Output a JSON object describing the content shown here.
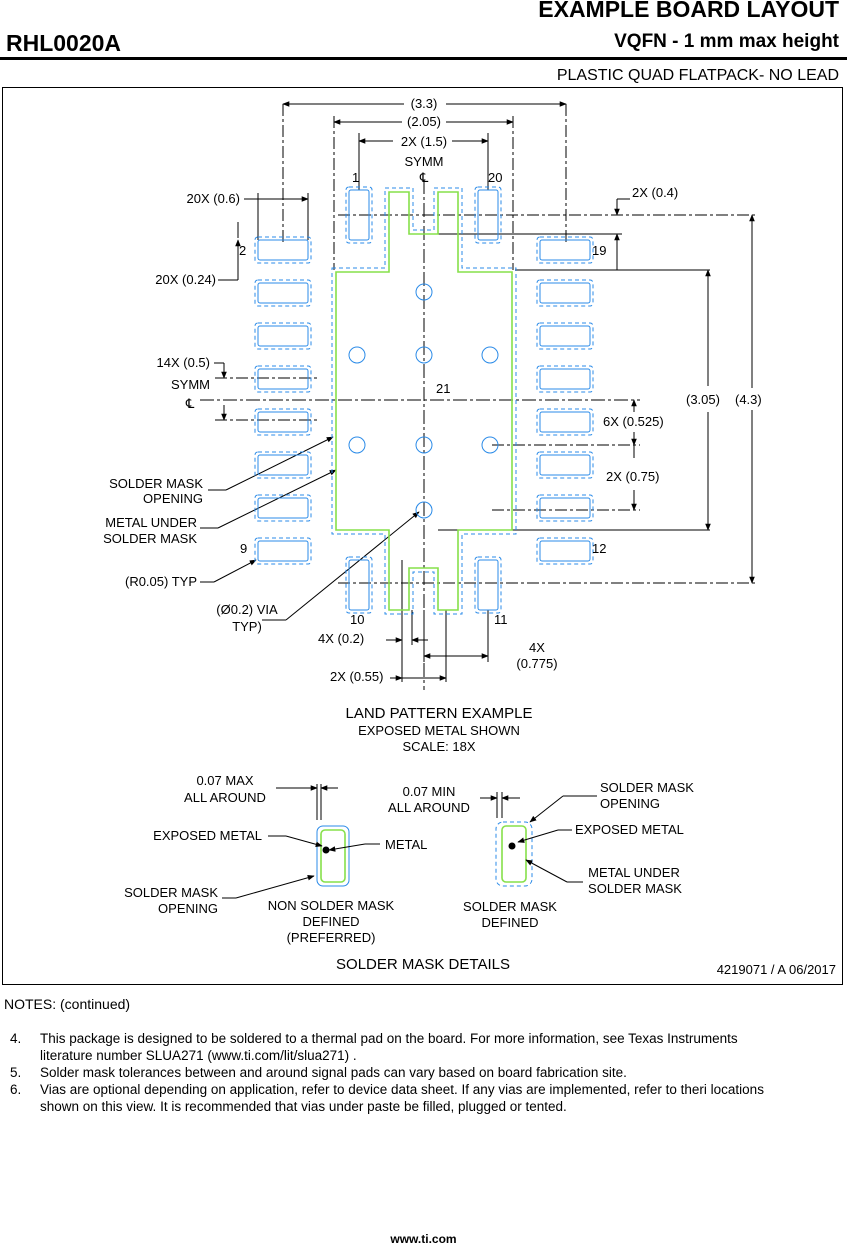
{
  "header": {
    "title": "EXAMPLE BOARD LAYOUT",
    "part_number": "RHL0020A",
    "subtitle": "VQFN - 1 mm max height",
    "package_type": "PLASTIC QUAD FLATPACK- NO LEAD"
  },
  "drawing": {
    "dims": {
      "d33": "(3.3)",
      "d205": "(2.05)",
      "d2x15": "2X (1.5)",
      "symm_top": "SYMM",
      "cl_top": "℄",
      "d20x06": "20X (0.6)",
      "d20x024": "20X (0.24)",
      "d14x05": "14X (0.5)",
      "symm_left": "SYMM",
      "cl_left": "℄",
      "d2x04": "2X (0.4)",
      "d305": "(3.05)",
      "d43": "(4.3)",
      "d6x0525": "6X (0.525)",
      "d2x075": "2X (0.75)",
      "d4x02": "4X (0.2)",
      "d2x055": "2X (0.55)",
      "d4x_a": "4X",
      "d4x_b": "(0.775)"
    },
    "pins": {
      "p1": "1",
      "p2": "2",
      "p9": "9",
      "p10": "10",
      "p11": "11",
      "p12": "12",
      "p19": "19",
      "p20": "20",
      "p21": "21"
    },
    "callouts": {
      "sm_open_1": "SOLDER MASK",
      "sm_open_2": "OPENING",
      "metal_under_1": "METAL UNDER",
      "metal_under_2": "SOLDER MASK",
      "radius": "(R0.05) TYP",
      "via_1": "(Ø0.2) VIA",
      "via_2": "TYP)"
    },
    "land_pattern": {
      "title": "LAND PATTERN EXAMPLE",
      "line1": "EXPOSED METAL SHOWN",
      "line2": "SCALE: 18X"
    },
    "details": {
      "max_1": "0.07 MAX",
      "max_2": "ALL AROUND",
      "min_1": "0.07 MIN",
      "min_2": "ALL AROUND",
      "exposed_metal_left": "EXPOSED METAL",
      "metal": "METAL",
      "sm_opening_left_1": "SOLDER MASK",
      "sm_opening_left_2": "OPENING",
      "nsmd_1": "NON SOLDER MASK",
      "nsmd_2": "DEFINED",
      "nsmd_3": "(PREFERRED)",
      "smd_1": "SOLDER MASK",
      "smd_2": "DEFINED",
      "sm_opening_right_1": "SOLDER MASK",
      "sm_opening_right_2": "OPENING",
      "exposed_metal_right": "EXPOSED METAL",
      "metal_under_right_1": "METAL UNDER",
      "metal_under_right_2": "SOLDER MASK",
      "title": "SOLDER MASK DETAILS"
    },
    "doc_number": "4219071 / A   06/2017"
  },
  "notes": {
    "title": "NOTES: (continued)",
    "items": [
      {
        "num": "4.",
        "text": "This package is designed to be soldered to a thermal pad on the board. For more information, see Texas Instruments literature number SLUA271 (www.ti.com/lit/slua271) ."
      },
      {
        "num": "5.",
        "text": "Solder mask tolerances between and around signal pads can vary based on board fabrication site."
      },
      {
        "num": "6.",
        "text": "Vias are optional depending on application, refer to device data sheet. If any vias are implemented, refer to theri locations shown on this view. It is recommended that vias under paste be filled, plugged or tented."
      }
    ]
  },
  "footer": {
    "url": "www.ti.com"
  },
  "colors": {
    "metal": "#2b8be8",
    "mask": "#86e04a",
    "ink": "#000000"
  }
}
